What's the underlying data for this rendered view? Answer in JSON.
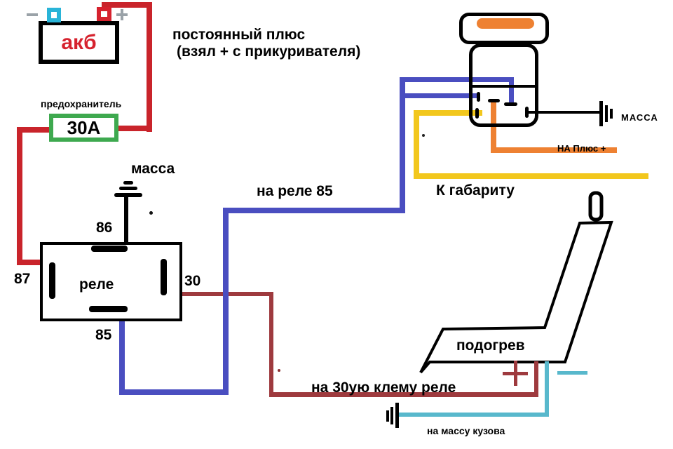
{
  "colors": {
    "wire_red": "#c9242b",
    "wire_red_dark": "#9e3a3e",
    "wire_blue": "#4a4ec0",
    "wire_yellow": "#f2c71d",
    "wire_orange": "#ee8132",
    "wire_cyan": "#58b8cc",
    "fuse_green": "#3ea94f",
    "battery_text": "#d6222e",
    "terminal_cyan": "#29b4d8",
    "terminal_red": "#d6222e"
  },
  "labels": {
    "battery": "акб",
    "fuse_title": "предохранитель",
    "fuse_rating": "30А",
    "note_line1": "постоянный плюс",
    "note_line2": "(взял + с прикуривателя)",
    "ground_relay": "масса",
    "relay": "реле",
    "pin86": "86",
    "pin87": "87",
    "pin30": "30",
    "pin85": "85",
    "wire_to_relay85": "на реле 85",
    "to_sidelight": "К габариту",
    "to_plus": "НА Плюс +",
    "ground_switch": "МАССА",
    "seat": "подогрев",
    "to_relay30": "на 30ую клему реле",
    "to_body_ground": "на массу кузова"
  }
}
